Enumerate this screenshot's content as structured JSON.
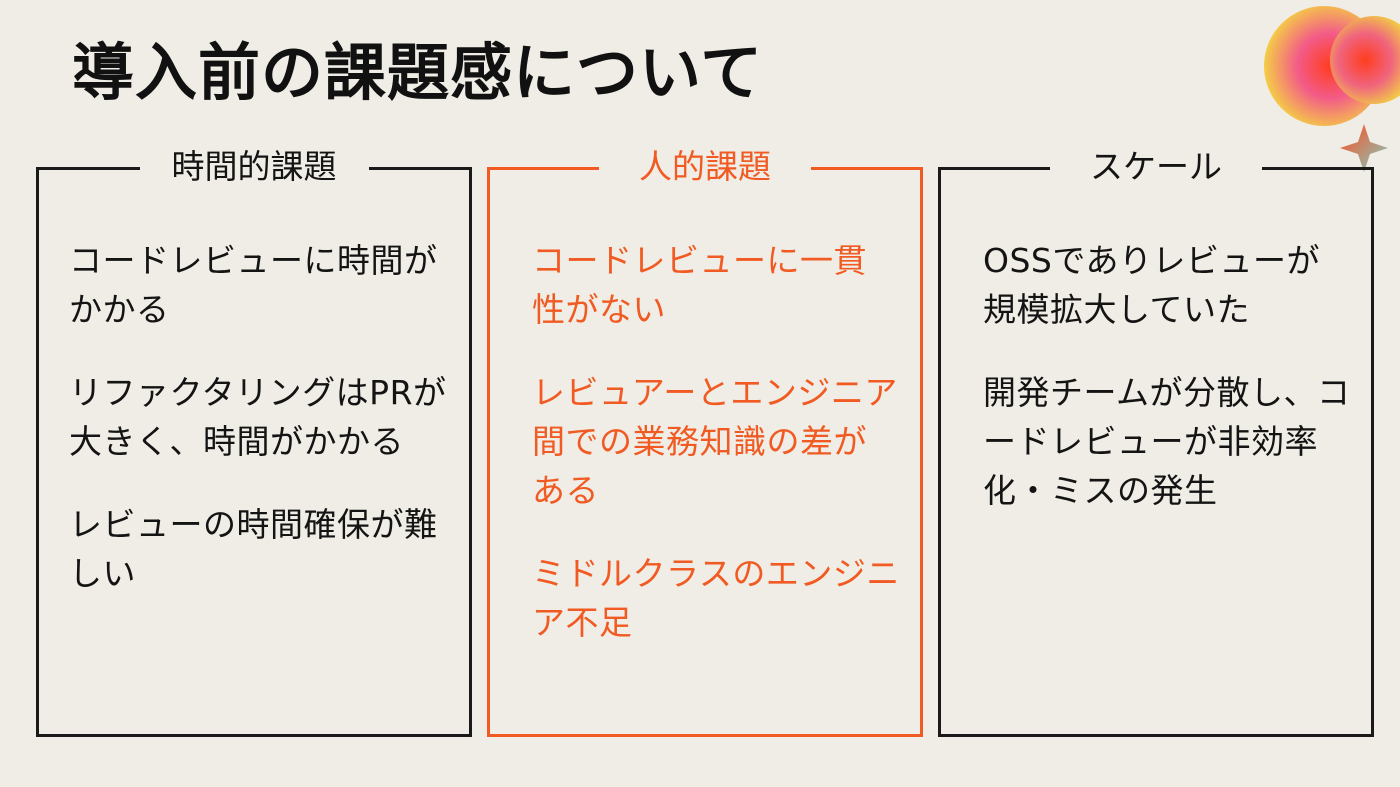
{
  "slide": {
    "title": "導入前の課題感について"
  },
  "colors": {
    "background": "#efede5",
    "text": "#141414",
    "accent": "#f15a22"
  },
  "decoration": {
    "icon": "gradient-circles-and-sparkle-logo"
  },
  "panels": [
    {
      "heading": "時間的課題",
      "items": [
        "コードレビューに時間がかかる",
        "リファクタリングはPRが大きく、時間がかかる",
        "レビューの時間確保が難しい"
      ]
    },
    {
      "heading": "人的課題",
      "items": [
        "コードレビューに一貫性がない",
        "レビュアーとエンジニア間での業務知識の差がある",
        "ミドルクラスのエンジニア不足"
      ]
    },
    {
      "heading": "スケール",
      "items": [
        "OSSでありレビューが規模拡大していた",
        "開発チームが分散し、コードレビューが非効率化・ミスの発生"
      ]
    }
  ]
}
